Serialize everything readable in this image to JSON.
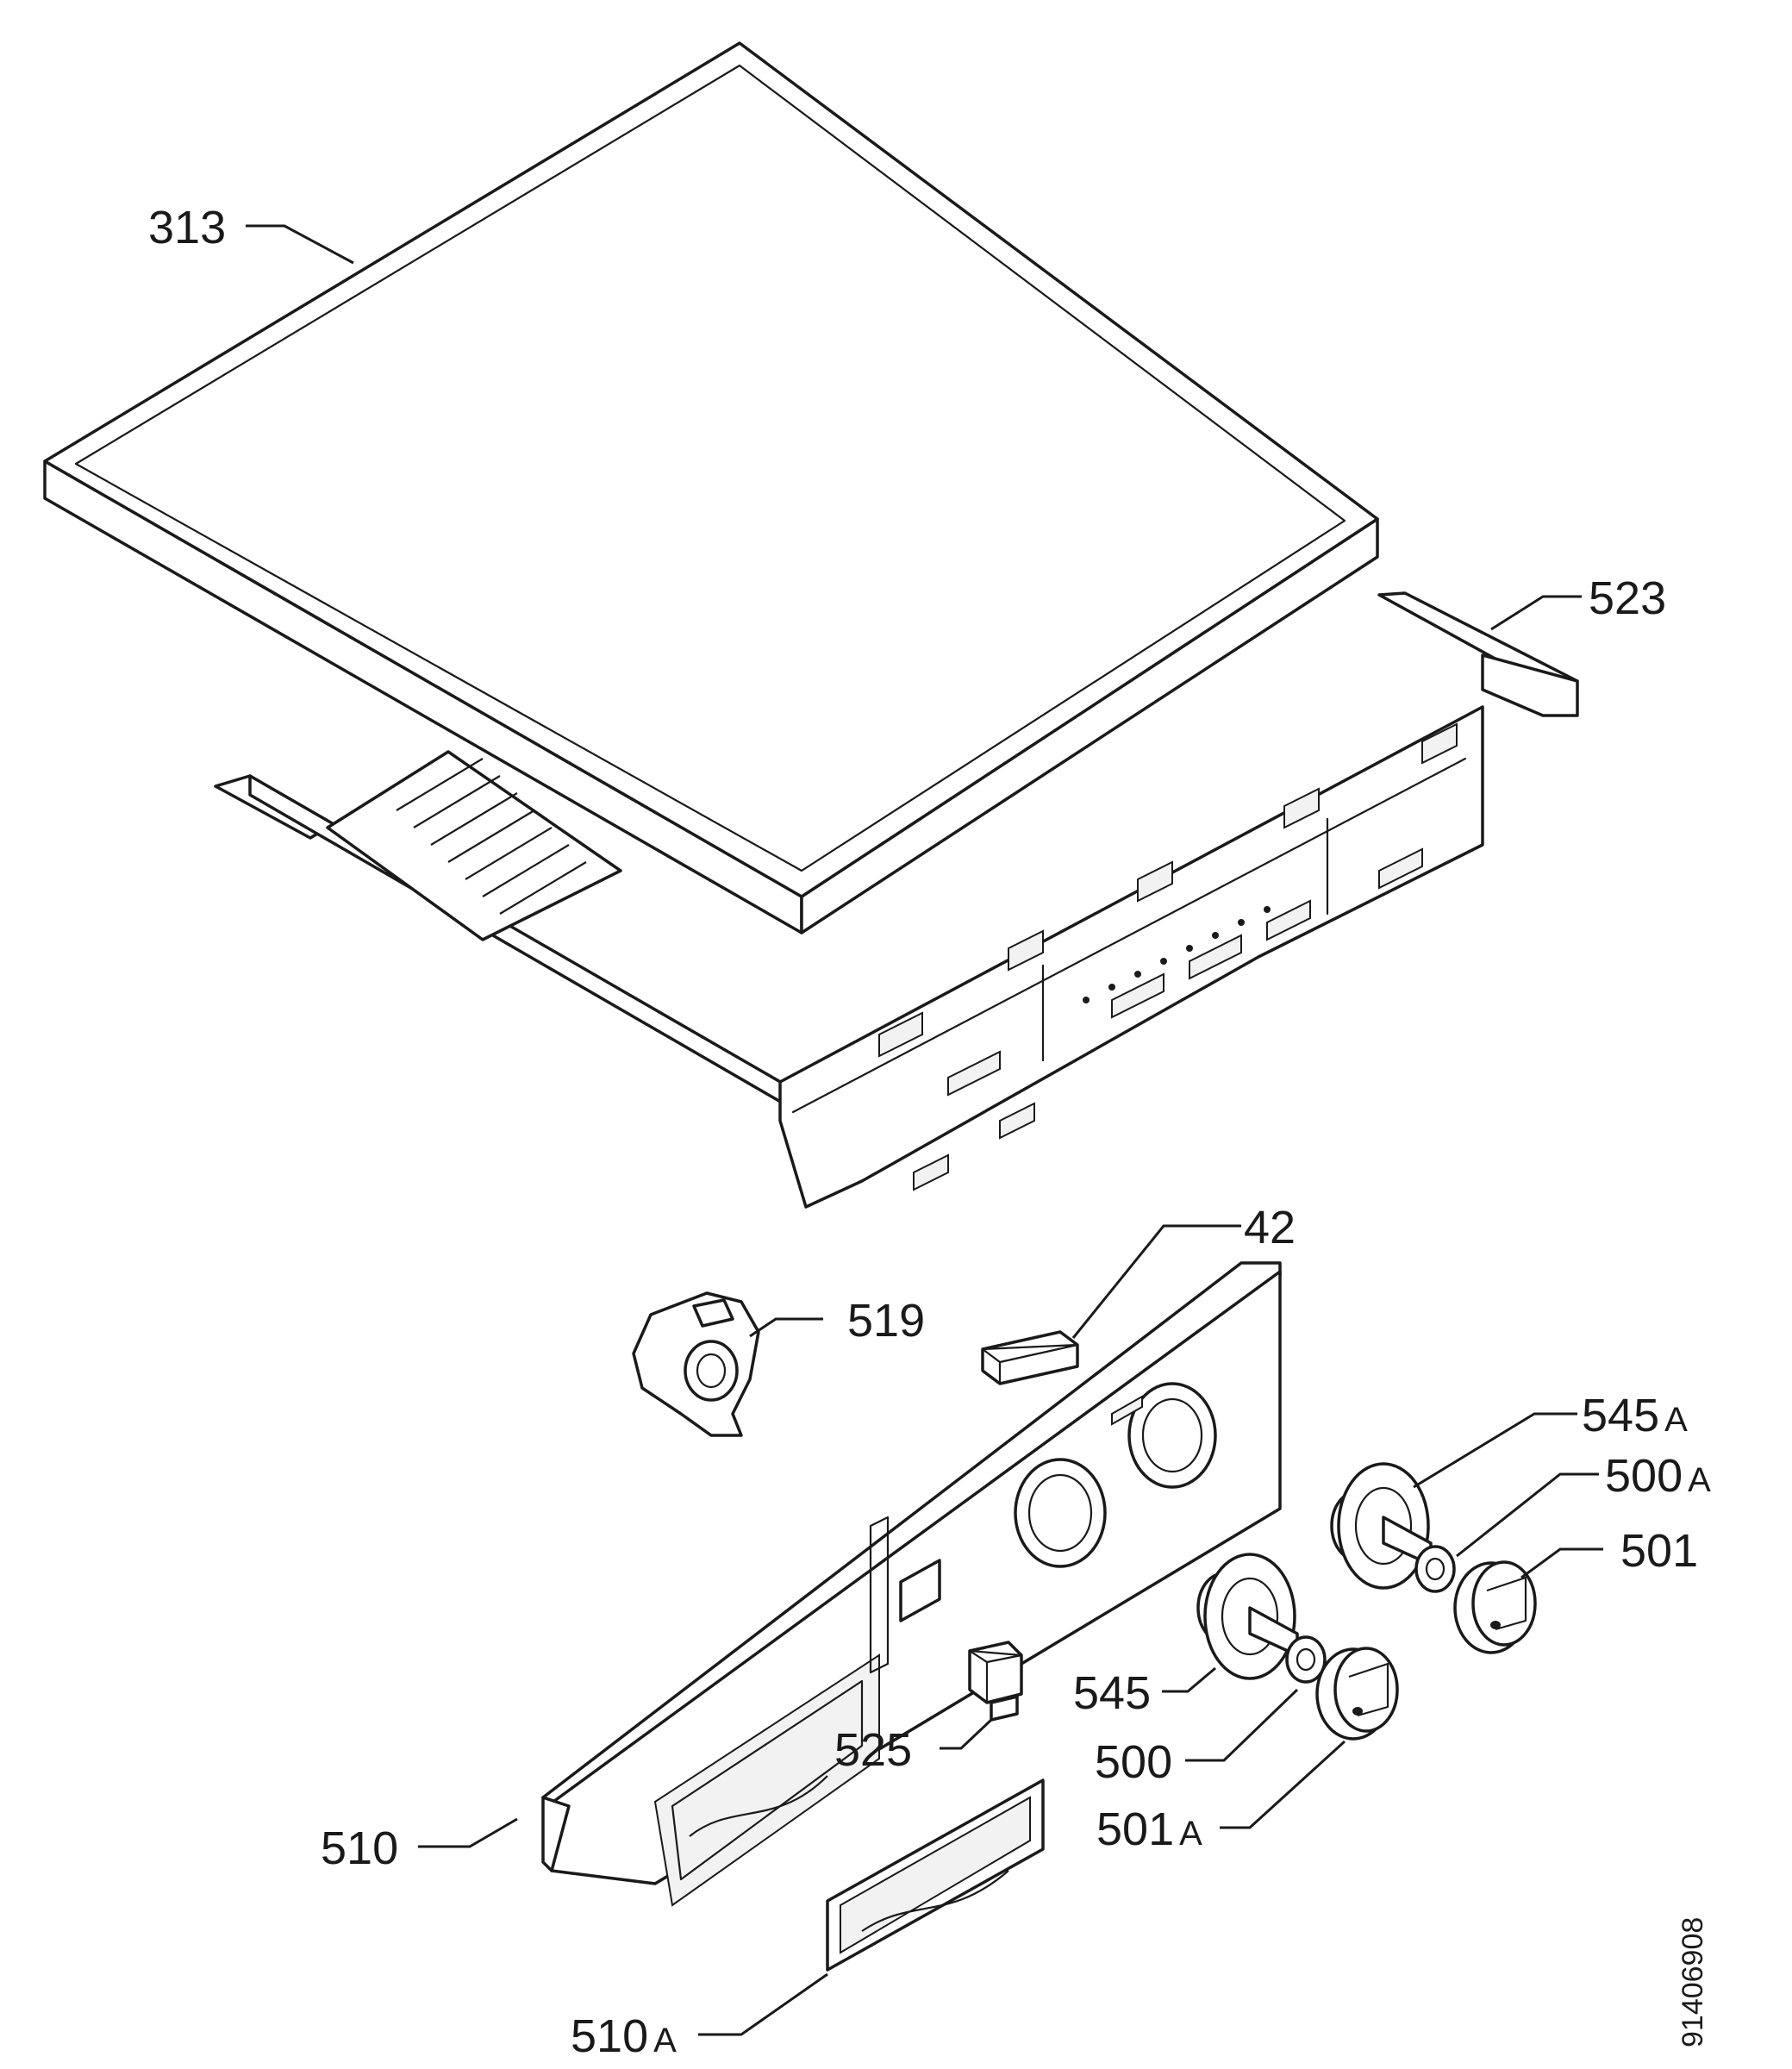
{
  "diagram": {
    "drawing_number": "91406908",
    "labels": {
      "l313": "313",
      "l523": "523",
      "l42": "42",
      "l519": "519",
      "l545A": {
        "num": "545",
        "suffix": "A"
      },
      "l500A": {
        "num": "500",
        "suffix": "A"
      },
      "l501": "501",
      "l545": "545",
      "l525": "525",
      "l500": "500",
      "l501A": {
        "num": "501",
        "suffix": "A"
      },
      "l510": "510",
      "l510A": {
        "num": "510",
        "suffix": "A"
      }
    }
  }
}
